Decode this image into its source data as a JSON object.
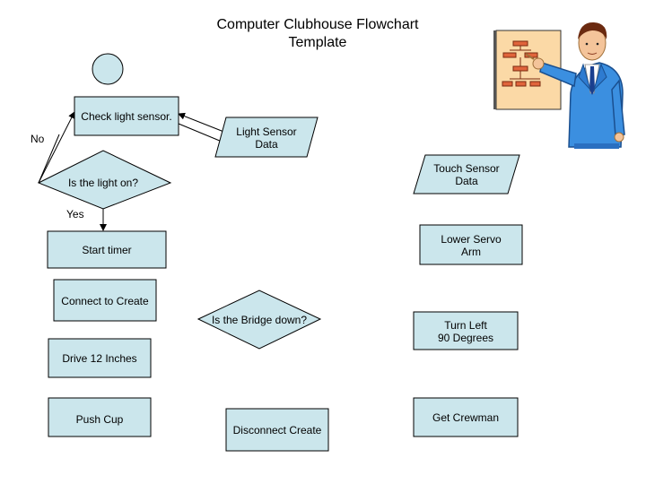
{
  "title_line1": "Computer Clubhouse Flowchart",
  "title_line2": "Template",
  "shape_fill": "#cbe6ec",
  "presenter_icon": "presenter-pointing-at-org-chart-icon",
  "processes": {
    "check_light": "Check light sensor.",
    "start_timer": "Start timer",
    "connect_create": "Connect to Create",
    "drive_12": "Drive 12 Inches",
    "push_cup": "Push Cup",
    "disconnect_create": "Disconnect Create",
    "lower_servo_1": "Lower Servo",
    "lower_servo_2": "Arm",
    "turn_left_1": "Turn Left",
    "turn_left_2": "90 Degrees",
    "get_crewman": "Get Crewman"
  },
  "decisions": {
    "light_on": "Is the light on?",
    "bridge_down": "Is the Bridge down?"
  },
  "data_shapes": {
    "light_sensor_1": "Light Sensor",
    "light_sensor_2": "Data",
    "touch_sensor_1": "Touch Sensor",
    "touch_sensor_2": "Data"
  },
  "labels": {
    "no": "No",
    "yes": "Yes"
  }
}
